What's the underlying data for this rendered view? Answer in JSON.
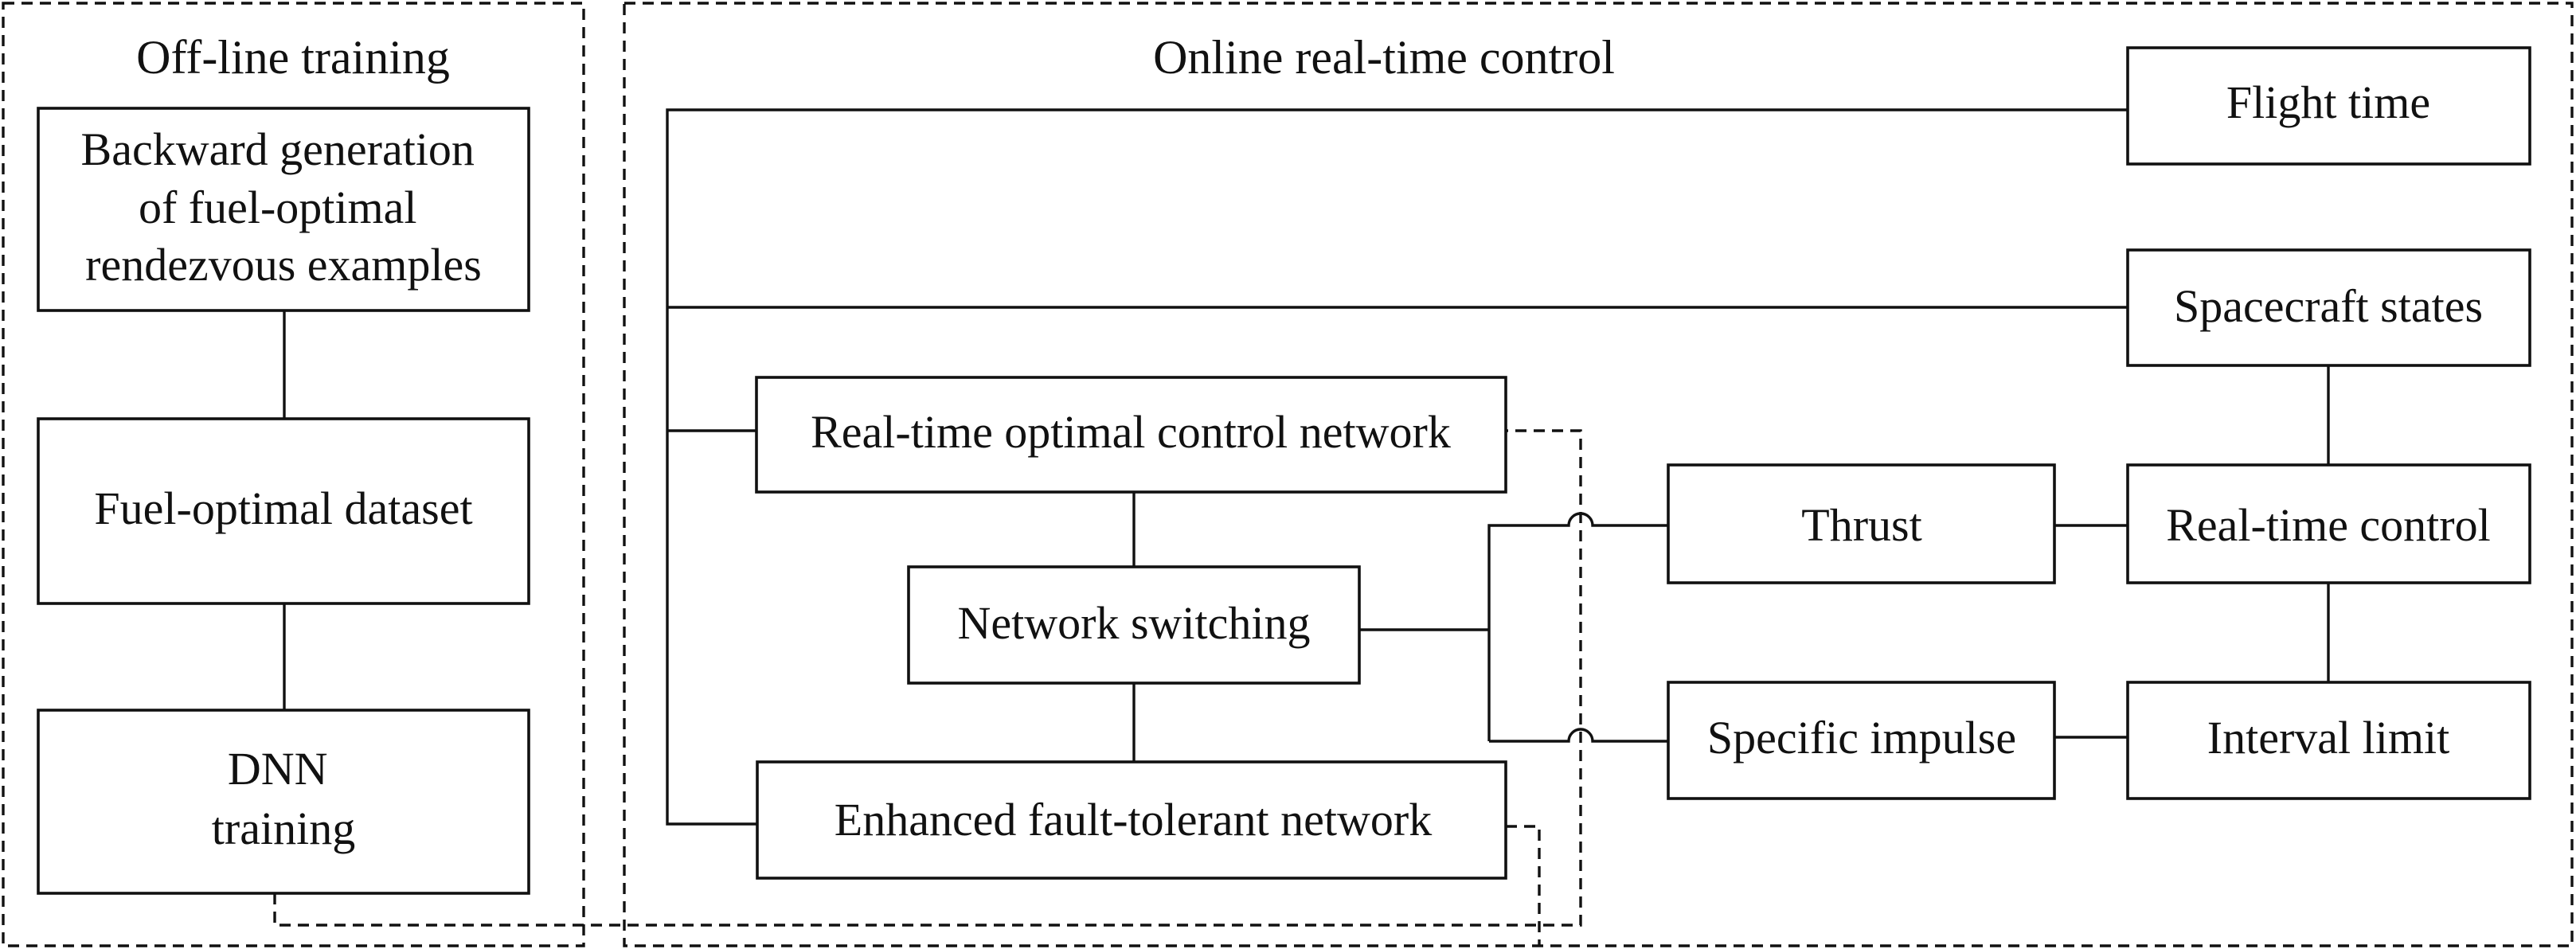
{
  "regions": {
    "offline_title": "Off-line training",
    "online_title": "Online real-time control"
  },
  "offline": {
    "generation": [
      "Backward generation",
      "of fuel-optimal",
      "rendezvous examples"
    ],
    "dataset": "Fuel-optimal dataset",
    "dnn": [
      "DNN",
      "training"
    ]
  },
  "online": {
    "flight_time": "Flight time",
    "spacecraft_states": "Spacecraft states",
    "optimal_network": "Real-time optimal control network",
    "network_switching": "Network switching",
    "fault_tolerant": "Enhanced fault-tolerant network",
    "thrust": "Thrust",
    "specific_impulse": "Specific impulse",
    "realtime_control": "Real-time control",
    "interval_limit": "Interval limit"
  }
}
